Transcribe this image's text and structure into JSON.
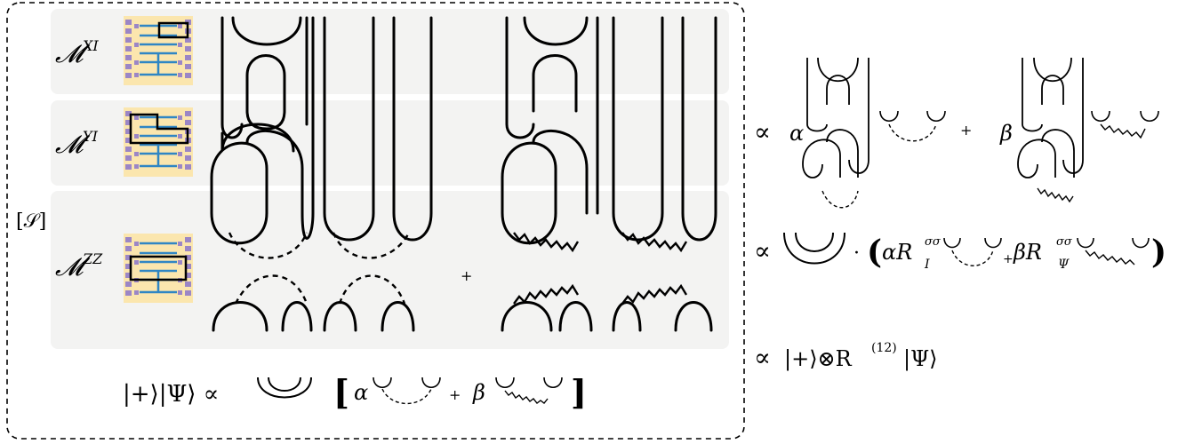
{
  "left_panel": {
    "bracket_label": "[𝒮]",
    "rows": [
      {
        "label_base": "𝓜",
        "label_sup": "XI"
      },
      {
        "label_base": "𝓜",
        "label_sup": "YI"
      },
      {
        "label_base": "𝓜",
        "label_sup": "ZZ"
      }
    ],
    "plus_sign": "+",
    "bottom_formula": {
      "lhs": "|+⟩|Ψ⟩ ∝",
      "open_bracket": "[",
      "alpha": "α",
      "plus": "+",
      "beta": "β",
      "close_bracket": "]"
    }
  },
  "right_panel": {
    "eq1": {
      "prop": "∝",
      "alpha": "α",
      "plus": "+",
      "beta": "β"
    },
    "eq2": {
      "prop": "∝",
      "dot": "·",
      "open_paren": "(",
      "alpha_R": "αR",
      "alpha_sup": "σσ",
      "alpha_sub": "I",
      "plus": "+",
      "beta_R": "βR",
      "beta_sup": "σσ",
      "beta_sub": "Ψ",
      "close_paren": ")"
    },
    "eq3": {
      "prop": "∝",
      "text": "|+⟩⊗R",
      "sup": "(12)",
      "tail": "|Ψ⟩"
    }
  },
  "colors": {
    "row_background": "#f3f3f2",
    "chip_background": "#fbe6ae",
    "chip_purple": "#9b86c6",
    "chip_blue": "#2f86c4",
    "line": "#000000"
  },
  "icons": [
    "dashed-frame",
    "chip-icon",
    "wavy-line",
    "dashed-arc"
  ]
}
